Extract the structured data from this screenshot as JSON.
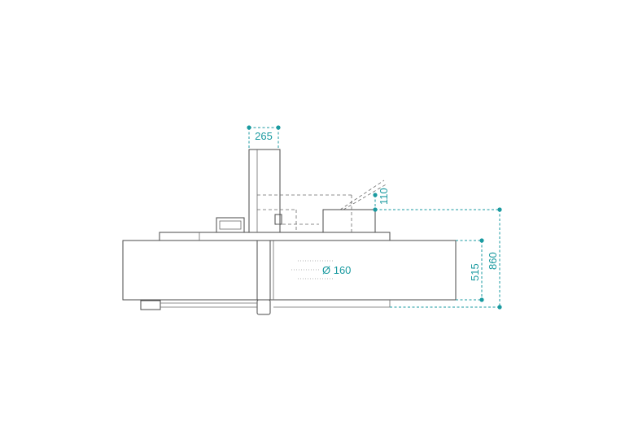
{
  "colors": {
    "dimension": "#1a9aa0",
    "outline": "#4a4a4a",
    "background": "#ffffff"
  },
  "dimensions": {
    "top_width": "265",
    "lid_height": "110",
    "body_height": "515",
    "total_height": "860",
    "diameter": "Ø 160"
  }
}
